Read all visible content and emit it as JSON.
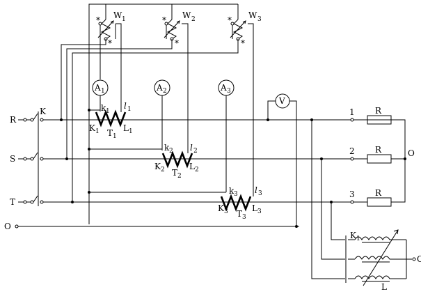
{
  "phases": [
    "R",
    "S",
    "T",
    "O"
  ],
  "main_switch": "K",
  "wattmeters": [
    {
      "name": "W",
      "sub": "1"
    },
    {
      "name": "W",
      "sub": "2"
    },
    {
      "name": "W",
      "sub": "3"
    }
  ],
  "wattmeter_star": "*",
  "ammeters": [
    {
      "name": "A",
      "sub": "1"
    },
    {
      "name": "A",
      "sub": "2"
    },
    {
      "name": "A",
      "sub": "3"
    }
  ],
  "voltmeter": "V",
  "current_transformers": [
    {
      "name": "T",
      "sub": "1",
      "k": "k",
      "l": "l",
      "K": "K",
      "L": "L"
    },
    {
      "name": "T",
      "sub": "2",
      "k": "k",
      "l": "l",
      "K": "K",
      "L": "L"
    },
    {
      "name": "T",
      "sub": "3",
      "k": "k",
      "l": "l",
      "K": "K",
      "L": "L"
    }
  ],
  "loads": [
    {
      "number": "1",
      "label": "R"
    },
    {
      "number": "2",
      "label": "R"
    },
    {
      "number": "3",
      "label": "R"
    }
  ],
  "neutral_label": "O",
  "inductive_switch": {
    "name": "K",
    "sub": "1"
  },
  "inductive_label": "L",
  "inductive_neutral": "O"
}
